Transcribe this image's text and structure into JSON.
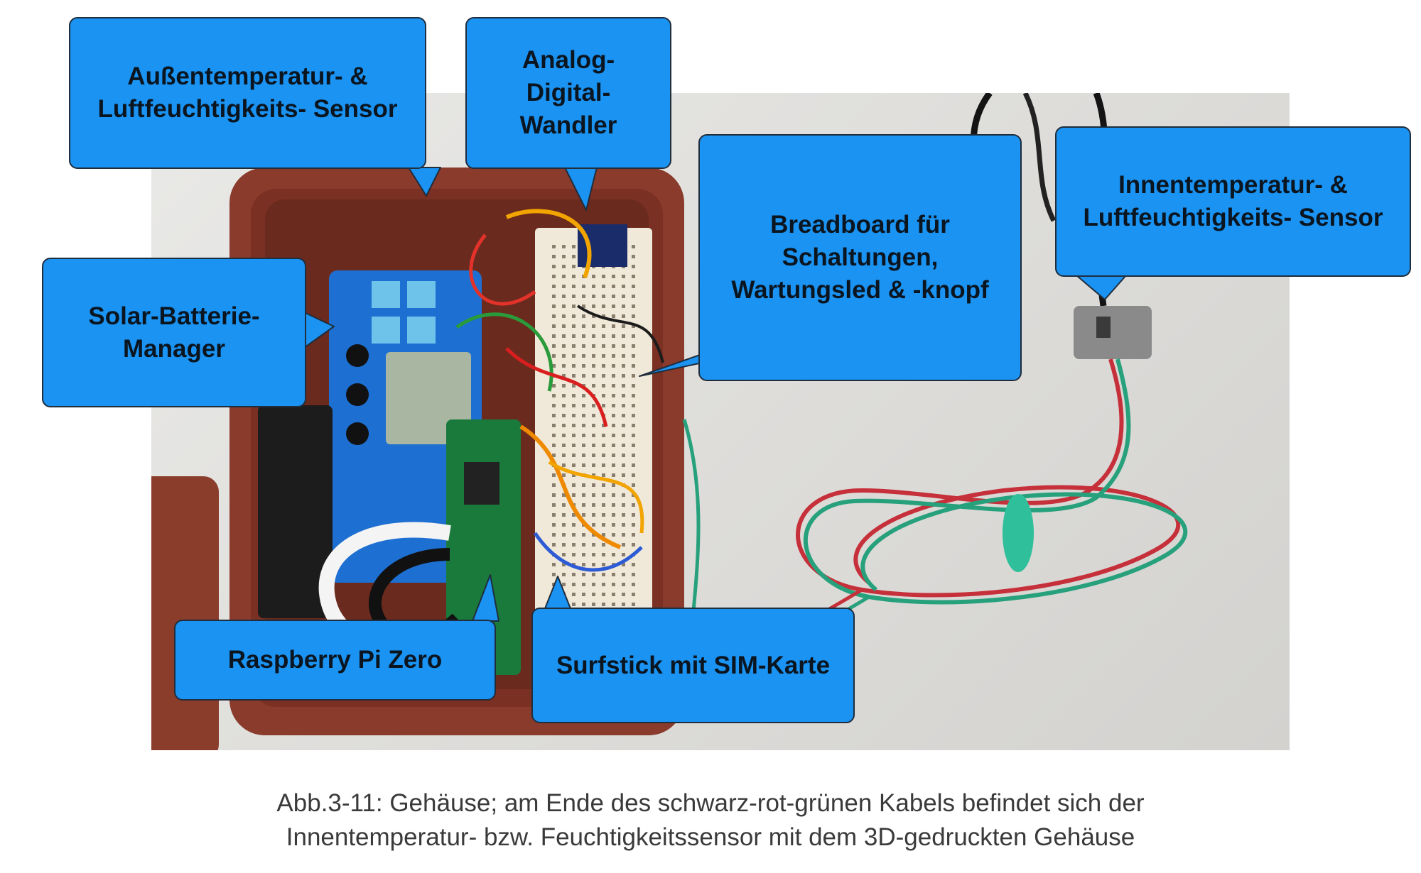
{
  "callouts": {
    "outdoor_sensor": "Außentemperatur- &\nLuftfeuchtigkeits-  Sensor",
    "adc": "Analog-\nDigital-\nWandler",
    "breadboard": "Breadboard für\nSchaltungen,\nWartungsled & -knopf",
    "indoor_sensor": "Innentemperatur- &\nLuftfeuchtigkeits-  Sensor",
    "solar_manager": "Solar-Batterie-\nManager",
    "raspberry": "Raspberry Pi Zero",
    "surfstick": "Surfstick mit SIM-Karte"
  },
  "caption": {
    "line1": "Abb.3-11: Gehäuse; am Ende des schwarz-rot-grünen Kabels befindet sich der",
    "line2": "Innentemperatur- bzw. Feuchtigkeitssensor mit dem 3D-gedruckten Gehäuse"
  },
  "colors": {
    "callout_fill": "#1a93f2",
    "callout_border": "#1f2d3d",
    "enclosure": "#8a3b2b",
    "solar_manager": "#1d6fd1"
  }
}
